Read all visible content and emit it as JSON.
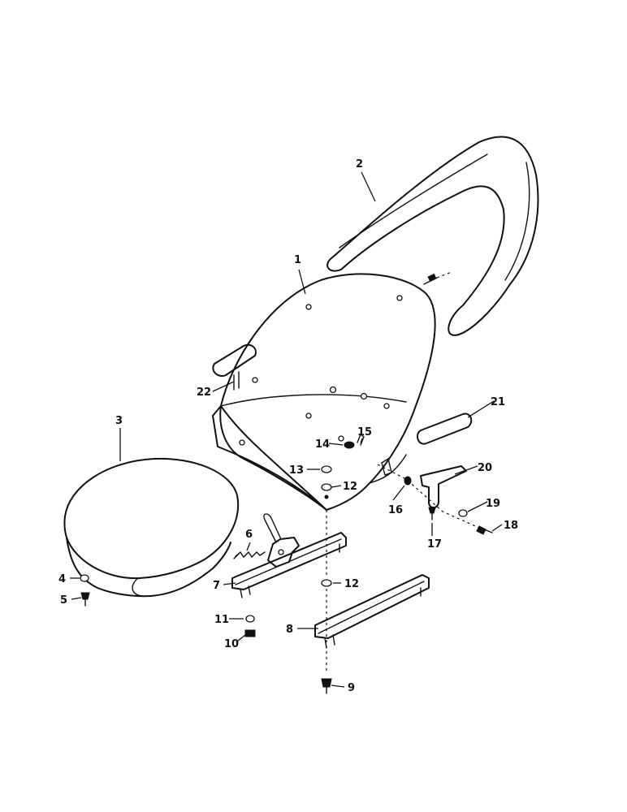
{
  "callouts": [
    "1",
    "2",
    "3",
    "4",
    "5",
    "6",
    "7",
    "8",
    "9",
    "10",
    "11",
    "12",
    "13",
    "14",
    "15",
    "16",
    "17",
    "18",
    "19",
    "20",
    "21",
    "22"
  ],
  "colors": {
    "ink": "#111111",
    "paper": "#ffffff"
  }
}
